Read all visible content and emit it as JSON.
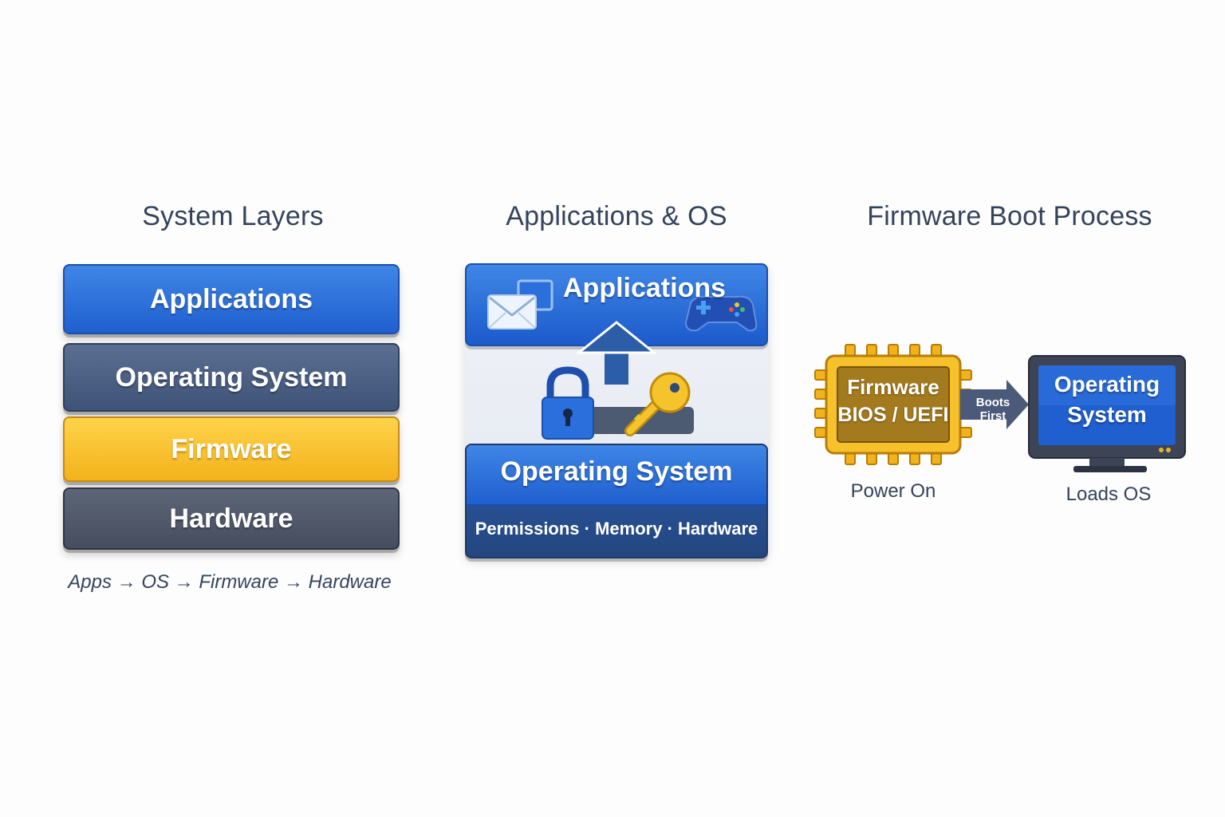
{
  "panels": {
    "system_layers": {
      "title": "System Layers",
      "layers": [
        "Applications",
        "Operating System",
        "Firmware",
        "Hardware"
      ],
      "caption": "Apps → OS → Firmware → Hardware"
    },
    "apps_os": {
      "title": "Applications & OS",
      "apps_label": "Applications",
      "os_label": "Operating System",
      "os_sub": "Permissions · Memory · Hardware"
    },
    "firmware_boot": {
      "title": "Firmware Boot Process",
      "chip_line1": "Firmware",
      "chip_line2": "BIOS / UEFI",
      "arrow_label": "Boots First",
      "monitor_line1": "Operating",
      "monitor_line2": "System",
      "chip_caption": "Power On",
      "monitor_caption": "Loads OS"
    }
  },
  "colors": {
    "apps_blue": "#2a6fdc",
    "os_slate": "#4a5f85",
    "firmware_yellow": "#f7c12c",
    "hardware_gray": "#505868",
    "title_text": "#34435c"
  },
  "icons": [
    "mail-icon",
    "window-icon",
    "gamepad-icon",
    "up-arrow-icon",
    "padlock-icon",
    "key-icon",
    "chip-icon",
    "arrow-right-icon",
    "monitor-icon"
  ]
}
